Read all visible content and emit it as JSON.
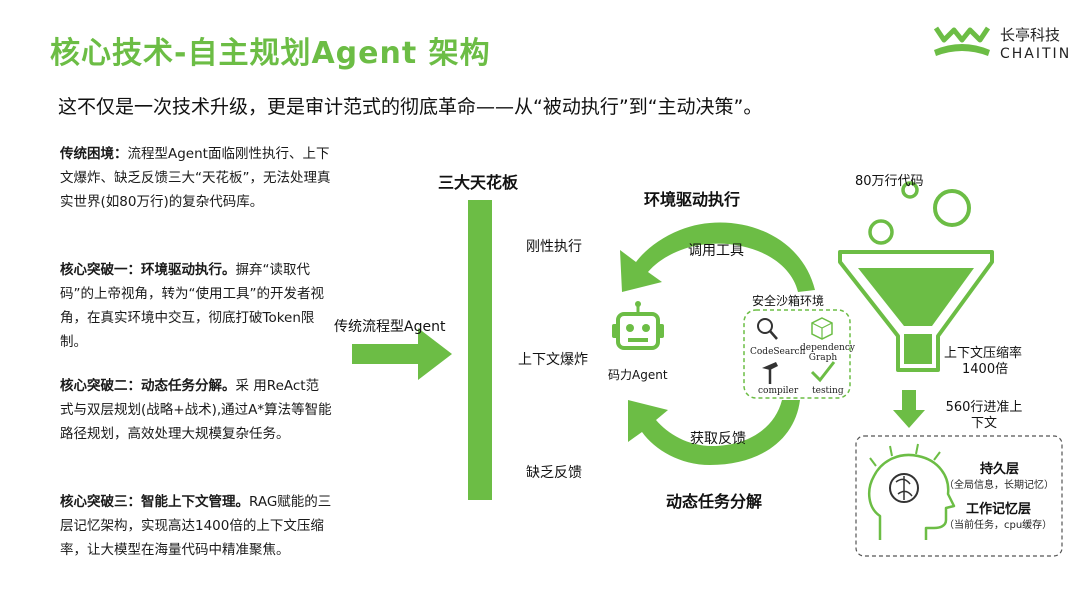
{
  "header": {
    "title": "核心技术-自主规划Agent 架构",
    "subtitle": "这不仅是一次技术升级，更是审计范式的彻底革命——从“被动执行”到“主动决策”。",
    "logo_cn": "长亭科技",
    "logo_en": "CHAITIN"
  },
  "left_column": [
    {
      "lead": "传统困境：",
      "text": "流程型Agent面临刚性执行、上下文爆炸、缺乏反馈三大“天花板”，无法处理真实世界(如80万行)的复杂代码库。"
    },
    {
      "lead": "核心突破一：环境驱动执行。",
      "text": "摒弃“读取代码”的上帝视角，转为“使用工具”的开发者视角，在真实环境中交互，彻底打破Token限制。"
    },
    {
      "lead": "核心突破二：动态任务分解。",
      "text": "采 用ReAct范式与双层规划(战略+战术),通过A*算法等智能路径规划，高效处理大规模复杂任务。"
    },
    {
      "lead": "核心突破三：智能上下文管理。",
      "text": "RAG赋能的三层记忆架构，实现高达1400倍的上下文压缩率，让大模型在海量代码中精准聚焦。"
    }
  ],
  "diagram": {
    "traditional_label": "传统流程型Agent",
    "ceiling_title": "三大天花板",
    "ceilings": [
      "刚性执行",
      "上下文爆炸",
      "缺乏反馈"
    ],
    "loop_top": "环境驱动执行",
    "loop_bottom": "动态任务分解",
    "call_tool": "调用工具",
    "get_feedback": "获取反馈",
    "agent_name": "码力Agent",
    "sandbox_title": "安全沙箱环境",
    "sandbox_tools": [
      "CodeSearch",
      "dependency Graph",
      "compiler",
      "testing"
    ],
    "code_lines": "80万行代码",
    "compression_label": "上下文压缩率",
    "compression_value": "1400倍",
    "context_in": "560行进准上下文",
    "memory_layers": [
      {
        "name": "持久层",
        "desc": "（全局信息，长期记忆）"
      },
      {
        "name": "工作记忆层",
        "desc": "（当前任务，cpu缓存）"
      }
    ],
    "colors": {
      "green": "#6cbd45",
      "dark": "#3a3a3a"
    }
  }
}
